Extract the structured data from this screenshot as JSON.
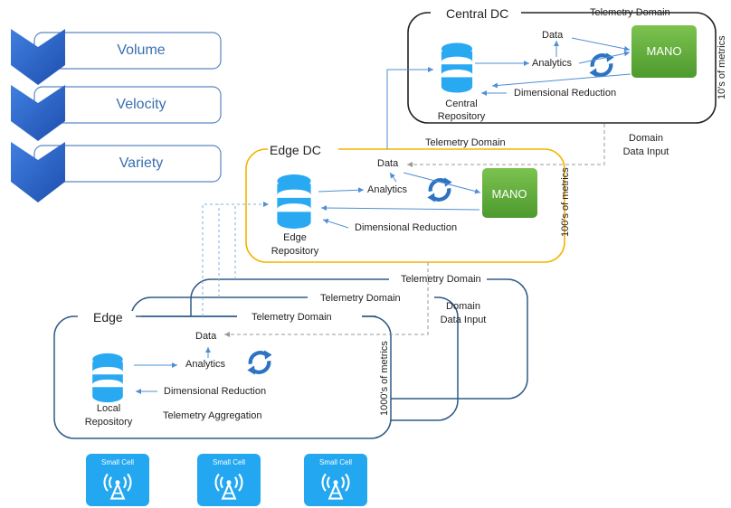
{
  "vvv": {
    "volume": "Volume",
    "velocity": "Velocity",
    "variety": "Variety"
  },
  "central_dc": {
    "title": "Central DC",
    "telemetry_domain": "Telemetry Domain",
    "data": "Data",
    "analytics": "Analytics",
    "dim_reduction": "Dimensional Reduction",
    "repo_line1": "Central",
    "repo_line2": "Repository",
    "mano": "MANO",
    "metrics": "10's of metrics"
  },
  "domain_input_upper": {
    "line1": "Domain",
    "line2": "Data Input"
  },
  "edge_dc": {
    "title": "Edge DC",
    "telemetry_domain": "Telemetry Domain",
    "data": "Data",
    "analytics": "Analytics",
    "dim_reduction": "Dimensional Reduction",
    "repo_line1": "Edge",
    "repo_line2": "Repository",
    "mano": "MANO",
    "metrics": "100's of metrics"
  },
  "edge_stack": {
    "back_telemetry": "Telemetry Domain",
    "mid_telemetry": "Telemetry Domain"
  },
  "domain_input_lower": {
    "line1": "Domain",
    "line2": "Data Input"
  },
  "edge": {
    "title": "Edge",
    "telemetry_domain": "Telemetry Domain",
    "data": "Data",
    "analytics": "Analytics",
    "dim_reduction": "Dimensional Reduction",
    "repo_line1": "Local",
    "repo_line2": "Repository",
    "aggregation": "Telemetry Aggregation",
    "metrics": "1000's of metrics"
  },
  "small_cells": [
    "Small Cell",
    "Small Cell",
    "Small Cell"
  ],
  "colors": {
    "chevron": "#2f67c4",
    "db_icon": "#29a9f1",
    "arrow": "#4f8fd4",
    "mano": "#5ba63a",
    "edge_dc_border": "#f4b400",
    "border_dark": "#222222",
    "border_blue": "#2f5b87",
    "small_cell": "#22a7f0"
  },
  "icons": [
    "database-icon",
    "refresh-cycle-icon",
    "antenna-icon",
    "chevron-icon"
  ]
}
